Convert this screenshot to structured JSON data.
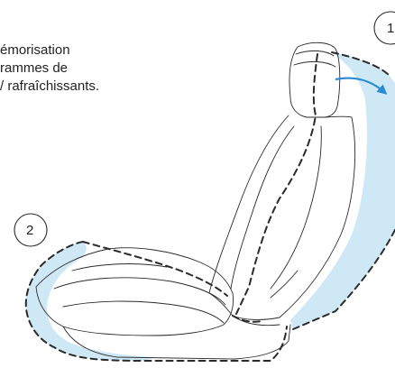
{
  "caption": {
    "lines": [
      "émorisation",
      "rammes de",
      "/ rafraîchissants."
    ]
  },
  "callouts": [
    {
      "label": "1"
    },
    {
      "label": "2"
    }
  ],
  "colors": {
    "zone_fill": "#cfe8f6",
    "arrow": "#2a8bd1",
    "outline": "#2a2a2a"
  }
}
